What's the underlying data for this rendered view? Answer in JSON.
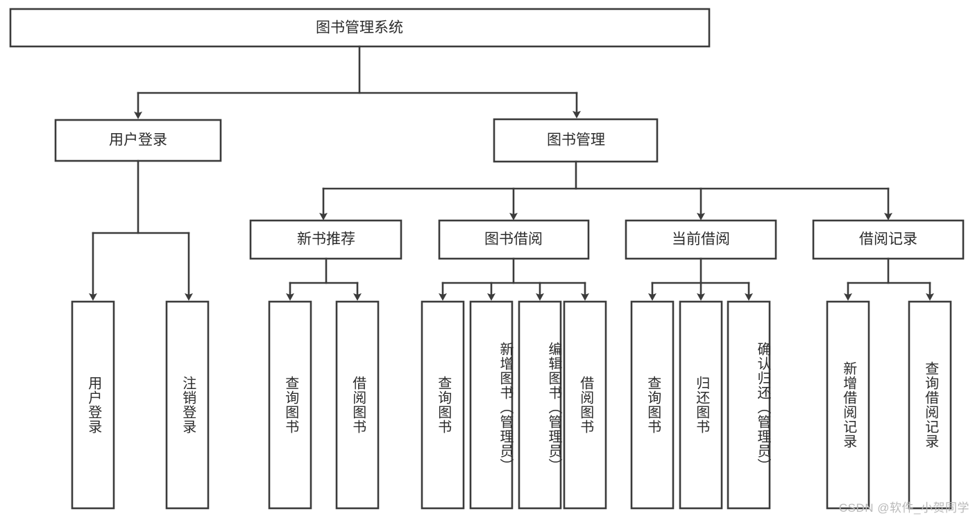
{
  "diagram": {
    "title": "图书管理系统",
    "type": "tree",
    "watermark": "CSDN @软件_小贺同学",
    "colors": {
      "stroke": "#3b3b3b",
      "fill": "#ffffff",
      "text": "#2b2b2b",
      "watermark": "#b9b9b9"
    },
    "root": {
      "label": "图书管理系统"
    },
    "level2": [
      {
        "label": "用户登录"
      },
      {
        "label": "图书管理"
      }
    ],
    "level3": [
      {
        "label": "新书推荐"
      },
      {
        "label": "图书借阅"
      },
      {
        "label": "当前借阅"
      },
      {
        "label": "借阅记录"
      }
    ],
    "leaves": {
      "user_login": [
        {
          "label": "用户登录"
        },
        {
          "label": "注销登录"
        }
      ],
      "new_book": [
        {
          "label": "查询图书"
        },
        {
          "label": "借阅图书"
        }
      ],
      "book_borrow": [
        {
          "label": "查询图书"
        },
        {
          "label": "新增图书（管理员）"
        },
        {
          "label": "编辑图书（管理员）"
        },
        {
          "label": "借阅图书"
        }
      ],
      "current_borrow": [
        {
          "label": "查询图书"
        },
        {
          "label": "归还图书"
        },
        {
          "label": "确认归还（管理员）"
        }
      ],
      "borrow_record": [
        {
          "label": "新增借阅记录"
        },
        {
          "label": "查询借阅记录"
        }
      ]
    }
  }
}
